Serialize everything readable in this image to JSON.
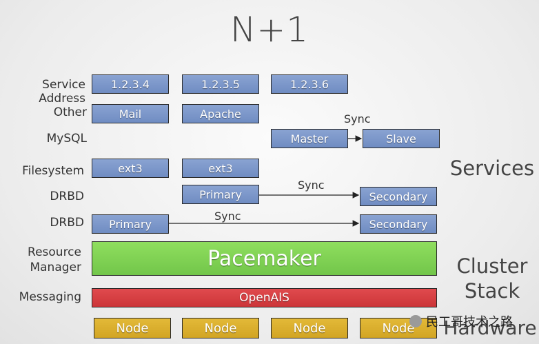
{
  "title": "N+1",
  "labels": {
    "service_address": "Service Address",
    "other": "Other",
    "mysql": "MySQL",
    "filesystem": "Filesystem",
    "drbd1": "DRBD",
    "drbd2": "DRBD",
    "resource_manager": "Resource\nManager",
    "messaging": "Messaging"
  },
  "boxes": {
    "ip1": "1.2.3.4",
    "ip2": "1.2.3.5",
    "ip3": "1.2.3.6",
    "mail": "Mail",
    "apache": "Apache",
    "master": "Master",
    "slave": "Slave",
    "ext3_1": "ext3",
    "ext3_2": "ext3",
    "drbd1_primary": "Primary",
    "drbd1_secondary": "Secondary",
    "drbd2_primary": "Primary",
    "drbd2_secondary": "Secondary",
    "pacemaker": "Pacemaker",
    "openais": "OpenAIS",
    "node1": "Node",
    "node2": "Node",
    "node3": "Node",
    "node4": "Node"
  },
  "sync": {
    "mysql": "Sync",
    "drbd1": "Sync",
    "drbd2": "Sync"
  },
  "side": {
    "services": "Services",
    "cluster_stack": "Cluster\nStack",
    "hardware": "Hardware"
  },
  "watermark": "民工哥技术之路",
  "colors": {
    "service_box": "#7e98cb",
    "pacemaker": "#80d255",
    "openais": "#d8403f",
    "node": "#dcb22f"
  }
}
